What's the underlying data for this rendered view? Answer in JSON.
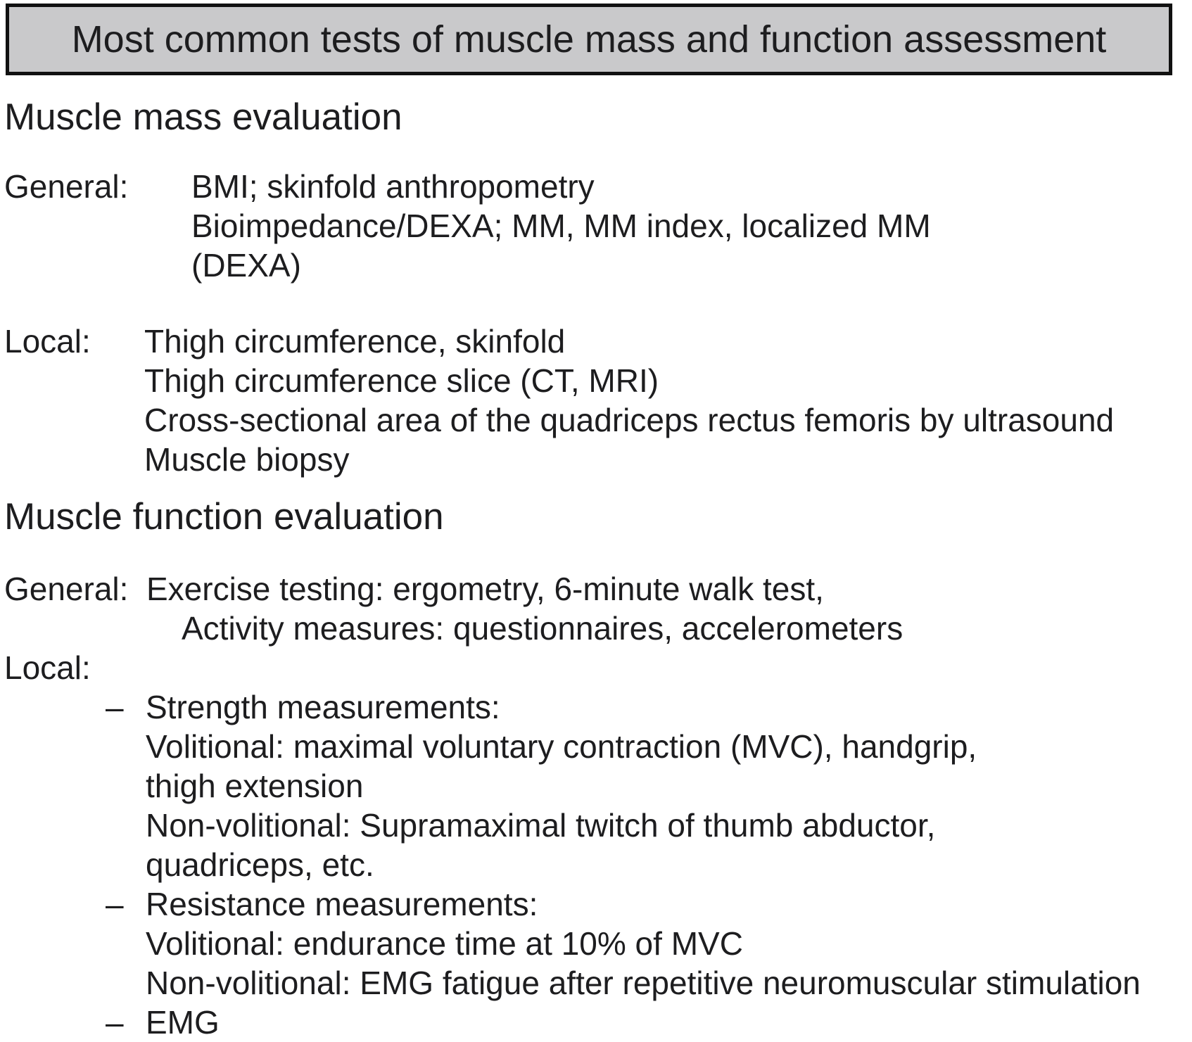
{
  "colors": {
    "text": "#1d1d1f",
    "box-bg": "#c9c9cb",
    "box-border": "#111111",
    "page-bg": "#ffffff"
  },
  "title_box": {
    "title": "Most common tests of muscle mass and function assessment"
  },
  "muscle_mass": {
    "heading": "Muscle mass evaluation",
    "general": {
      "label": "General:",
      "lines": [
        "BMI; skinfold anthropometry",
        "Bioimpedance/DEXA; MM, MM index, localized MM",
        "(DEXA)"
      ]
    },
    "local": {
      "label": "Local:",
      "lines": [
        "Thigh circumference, skinfold",
        "Thigh circumference slice (CT, MRI)",
        "Cross-sectional area of the quadriceps rectus femoris by ultrasound",
        "Muscle biopsy"
      ]
    }
  },
  "muscle_function": {
    "heading": "Muscle function evaluation",
    "general": {
      "label": "General:",
      "line1": "Exercise testing: ergometry, 6-minute walk test,",
      "line2": "Activity measures: questionnaires, accelerometers"
    },
    "local_label": "Local:",
    "bullets": [
      {
        "marker": "–",
        "lines": [
          "Strength measurements:",
          "Volitional: maximal voluntary contraction (MVC), handgrip,",
          "thigh extension",
          "Non-volitional: Supramaximal twitch of thumb abductor,",
          "quadriceps, etc."
        ]
      },
      {
        "marker": "–",
        "lines": [
          "Resistance measurements:",
          "Volitional: endurance time at 10% of MVC",
          "Non-volitional: EMG fatigue after repetitive neuromuscular stimulation"
        ]
      },
      {
        "marker": "–",
        "lines": [
          "EMG"
        ]
      }
    ]
  }
}
